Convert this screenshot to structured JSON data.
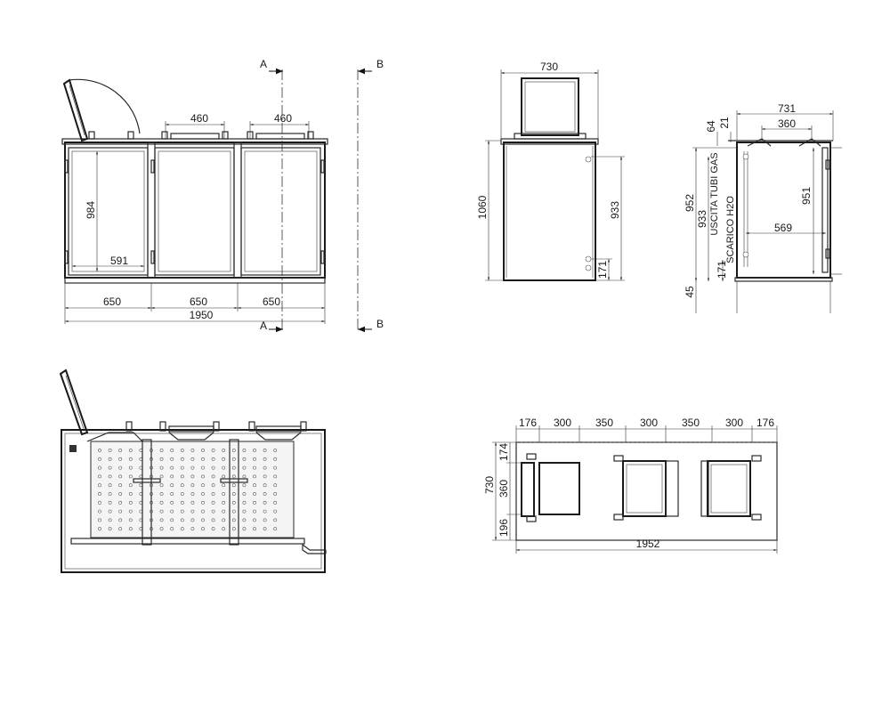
{
  "section_marks": {
    "a": "A",
    "b": "B"
  },
  "front_view": {
    "dims": {
      "lid_width_1": "460",
      "lid_width_2": "460",
      "height": "984",
      "inner_width": "591",
      "bay_1": "650",
      "bay_2": "650",
      "bay_3": "650",
      "total": "1950"
    }
  },
  "side_view": {
    "dims": {
      "top_width": "730",
      "total_height": "1060",
      "height_933": "933",
      "height_171": "171"
    }
  },
  "section_view": {
    "dims": {
      "total_width": "731",
      "lid_360": "360",
      "d64": "64",
      "d21": "21",
      "h952": "952",
      "h933": "933",
      "h951": "951",
      "w569": "569",
      "h171": "171",
      "h45": "45"
    },
    "labels": {
      "gas": "USCITA TUBI GAS",
      "water": "SCARICO H2O"
    }
  },
  "plan_view": {
    "dims": {
      "s1": "176",
      "s2": "300",
      "s3": "350",
      "s4": "300",
      "s5": "350",
      "s6": "300",
      "s7": "176",
      "total": "1952",
      "depth": "730",
      "d174": "174",
      "d360": "360",
      "d196": "196"
    }
  }
}
